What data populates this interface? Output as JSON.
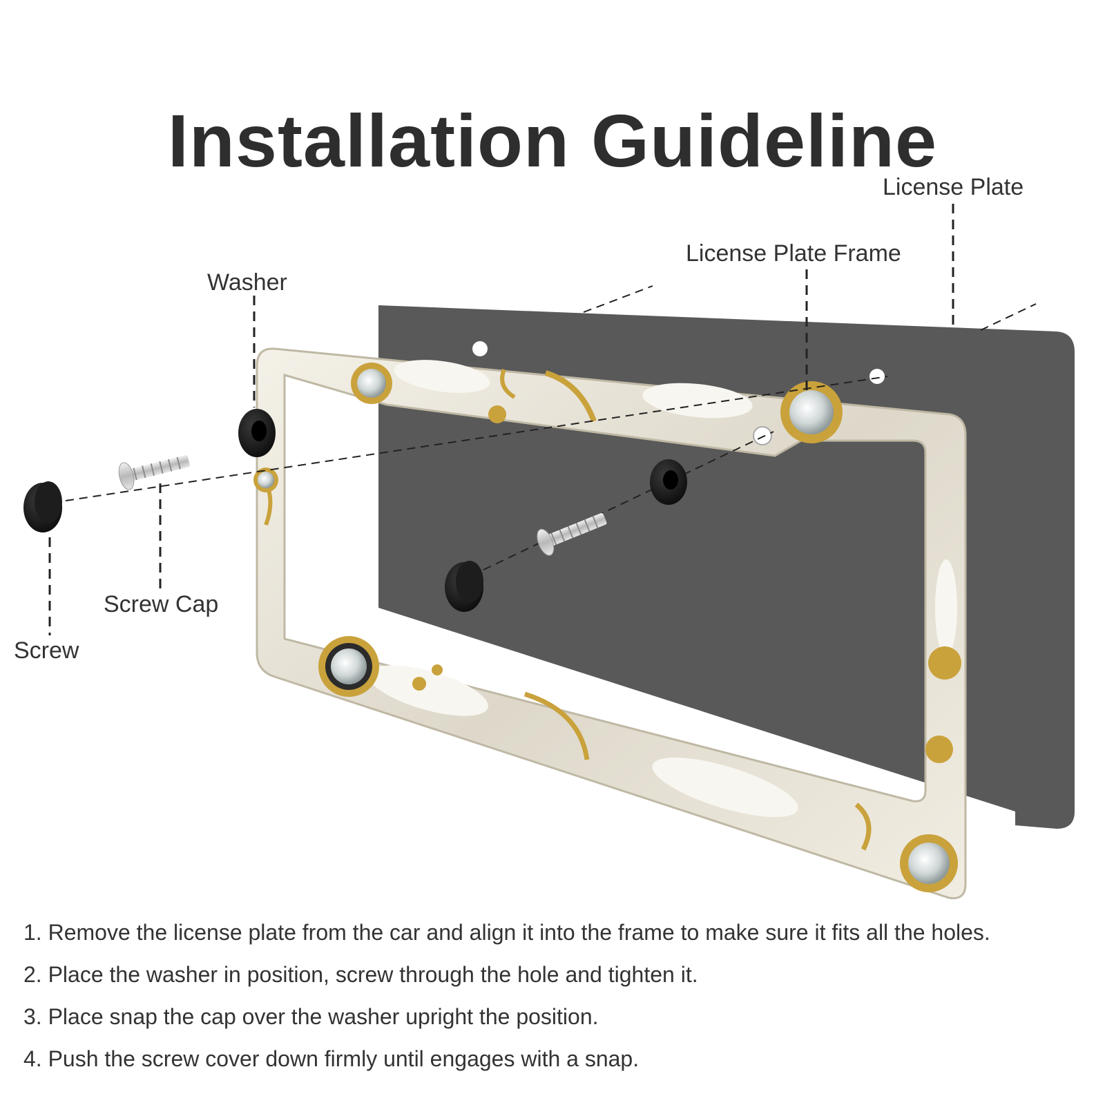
{
  "title": "Installation Guideline",
  "labels": {
    "license_plate": "License Plate",
    "license_plate_frame": "License Plate Frame",
    "washer": "Washer",
    "screw_cap": "Screw Cap",
    "screw": "Screw"
  },
  "steps": [
    "1. Remove the license plate from the car and align it into the frame to make sure it fits all the holes.",
    "2. Place the washer in position, screw through the hole and tighten it.",
    "3. Place snap the cap over the washer upright the position.",
    "4. Push the screw cover down firmly until engages with a snap."
  ],
  "colors": {
    "plate": "#595959",
    "frame_pearl": "#ece8dc",
    "frame_gold": "#c9a23c",
    "hardware_black": "#151515",
    "leader_line": "#222222"
  }
}
